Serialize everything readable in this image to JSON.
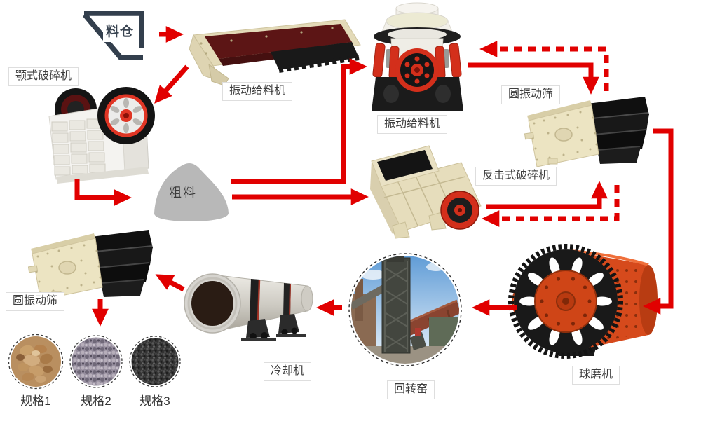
{
  "labels": {
    "bin": "料仓",
    "jaw_crusher": "颚式破碎机",
    "vibrating_feeder": "振动给料机",
    "cone_crusher": "振动给料机",
    "coarse_material": "粗料",
    "impact_crusher": "反击式破碎机",
    "vibrating_screen_top": "圆振动筛",
    "ball_mill": "球磨机",
    "rotary_kiln": "回转窑",
    "cooler": "冷却机",
    "vibrating_screen_bottom": "圆振动筛",
    "spec1": "规格1",
    "spec2": "规格2",
    "spec3": "规格3"
  },
  "colors": {
    "arrow_red": "#e10000",
    "hopper_outline": "#333f4d",
    "pile_gray": "#b8b8b8",
    "machine_cream": "#e8e0bf",
    "machine_dark": "#141414",
    "machine_red": "#d32f1b",
    "ball_mill_orange": "#d64a1c",
    "label_border": "#dedede",
    "label_text": "#3e3e3e"
  },
  "flow_edges": [
    {
      "from": "bin",
      "to": "vibrating_feeder",
      "style": "solid"
    },
    {
      "from": "vibrating_feeder",
      "to": "jaw_crusher",
      "style": "solid"
    },
    {
      "from": "jaw_crusher",
      "to": "coarse_material",
      "style": "solid"
    },
    {
      "from": "coarse_material",
      "to": "cone_crusher",
      "style": "solid"
    },
    {
      "from": "coarse_material",
      "to": "impact_crusher",
      "style": "solid"
    },
    {
      "from": "cone_crusher",
      "to": "vibrating_screen_top",
      "style": "solid"
    },
    {
      "from": "vibrating_screen_top",
      "to": "cone_crusher",
      "style": "dashed"
    },
    {
      "from": "impact_crusher",
      "to": "vibrating_screen_top",
      "style": "solid"
    },
    {
      "from": "vibrating_screen_top",
      "to": "impact_crusher",
      "style": "dashed"
    },
    {
      "from": "vibrating_screen_top",
      "to": "ball_mill",
      "style": "solid"
    },
    {
      "from": "ball_mill",
      "to": "rotary_kiln",
      "style": "solid"
    },
    {
      "from": "rotary_kiln",
      "to": "cooler",
      "style": "solid"
    },
    {
      "from": "cooler",
      "to": "vibrating_screen_bottom",
      "style": "solid"
    },
    {
      "from": "vibrating_screen_bottom",
      "to": "products",
      "style": "solid"
    }
  ]
}
